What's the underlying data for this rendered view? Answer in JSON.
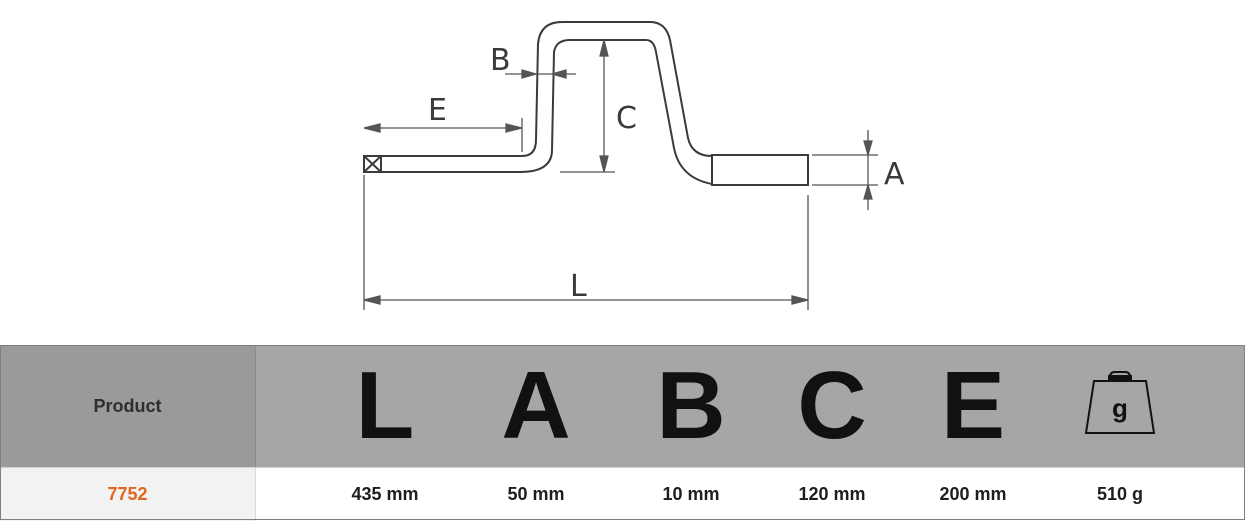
{
  "diagram": {
    "labels": {
      "b": "B",
      "e": "E",
      "c": "C",
      "a": "A",
      "l": "L"
    }
  },
  "table": {
    "header": {
      "product": "Product",
      "letters": [
        "L",
        "A",
        "B",
        "C",
        "E"
      ],
      "weight_symbol": "g",
      "weight_icon": "weight-icon"
    },
    "row": {
      "product": "7752",
      "values": [
        "435 mm",
        "50 mm",
        "10 mm",
        "120 mm",
        "200 mm",
        "510 g"
      ]
    },
    "colors": {
      "header_bg": "#a6a6a6",
      "product_accent": "#e2661e"
    }
  }
}
